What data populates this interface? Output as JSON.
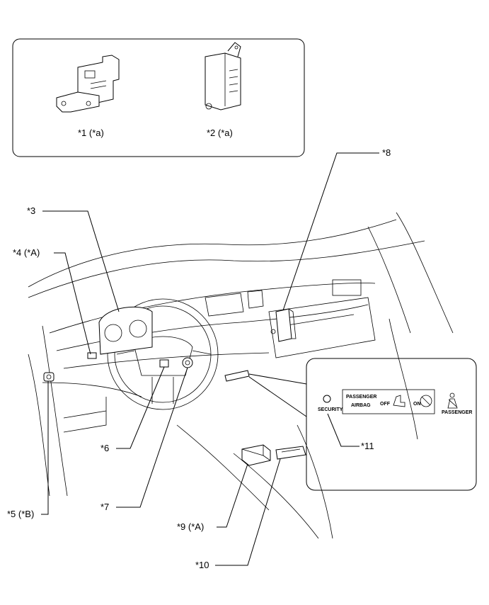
{
  "top_panel": {
    "part1_label": "*1 (*a)",
    "part2_label": "*2 (*a)"
  },
  "callouts": {
    "c3": "*3",
    "c4": "*4 (*A)",
    "c5": "*5 (*B)",
    "c6": "*6",
    "c7": "*7",
    "c8": "*8",
    "c9": "*9 (*A)",
    "c10": "*10",
    "c11": "*11"
  },
  "inset_panel": {
    "security_text": "SECURITY",
    "passenger_text": "PASSENGER",
    "airbag_text": "AIRBAG",
    "off_text": "OFF",
    "on_text": "ON",
    "passenger_small": "PASSENGER"
  }
}
